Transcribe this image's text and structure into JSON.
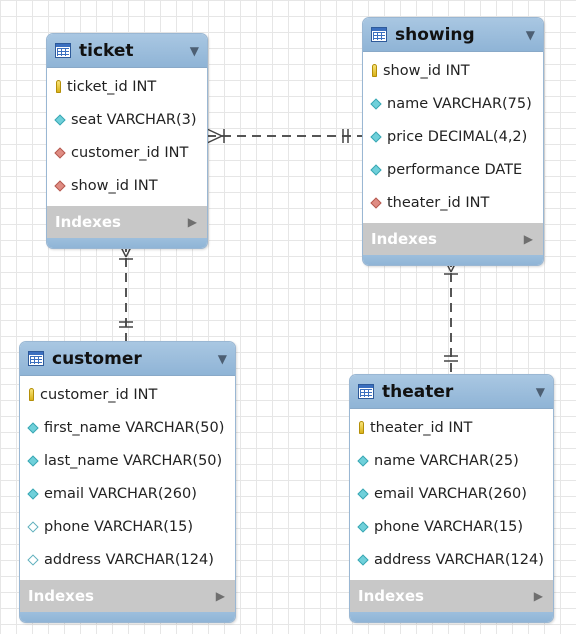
{
  "indexes_label": "Indexes",
  "tables": {
    "ticket": {
      "name": "ticket",
      "columns": [
        {
          "text": "ticket_id INT",
          "icon": "primary-key-icon"
        },
        {
          "text": "seat VARCHAR(3)",
          "icon": "column-diamond-icon"
        },
        {
          "text": "customer_id INT",
          "icon": "foreign-key-diamond-icon"
        },
        {
          "text": "show_id INT",
          "icon": "foreign-key-diamond-icon"
        }
      ]
    },
    "showing": {
      "name": "showing",
      "columns": [
        {
          "text": "show_id INT",
          "icon": "primary-key-icon"
        },
        {
          "text": "name VARCHAR(75)",
          "icon": "column-diamond-icon"
        },
        {
          "text": "price DECIMAL(4,2)",
          "icon": "column-diamond-icon"
        },
        {
          "text": "performance DATE",
          "icon": "column-diamond-icon"
        },
        {
          "text": "theater_id INT",
          "icon": "foreign-key-diamond-icon"
        }
      ]
    },
    "customer": {
      "name": "customer",
      "columns": [
        {
          "text": "customer_id INT",
          "icon": "primary-key-icon"
        },
        {
          "text": "first_name VARCHAR(50)",
          "icon": "column-diamond-icon"
        },
        {
          "text": "last_name VARCHAR(50)",
          "icon": "column-diamond-icon"
        },
        {
          "text": "email VARCHAR(260)",
          "icon": "column-diamond-icon"
        },
        {
          "text": "phone VARCHAR(15)",
          "icon": "nullable-diamond-icon"
        },
        {
          "text": "address VARCHAR(124)",
          "icon": "nullable-diamond-icon"
        }
      ]
    },
    "theater": {
      "name": "theater",
      "columns": [
        {
          "text": "theater_id INT",
          "icon": "primary-key-icon"
        },
        {
          "text": "name VARCHAR(25)",
          "icon": "column-diamond-icon"
        },
        {
          "text": "email VARCHAR(260)",
          "icon": "column-diamond-icon"
        },
        {
          "text": "phone VARCHAR(15)",
          "icon": "column-diamond-icon"
        },
        {
          "text": "address VARCHAR(124)",
          "icon": "column-diamond-icon"
        }
      ]
    }
  },
  "relationships": [
    {
      "from": "ticket",
      "to": "showing",
      "from_end": "many",
      "to_end": "one"
    },
    {
      "from": "ticket",
      "to": "customer",
      "from_end": "many",
      "to_end": "one"
    },
    {
      "from": "showing",
      "to": "theater",
      "from_end": "many",
      "to_end": "one"
    }
  ]
}
